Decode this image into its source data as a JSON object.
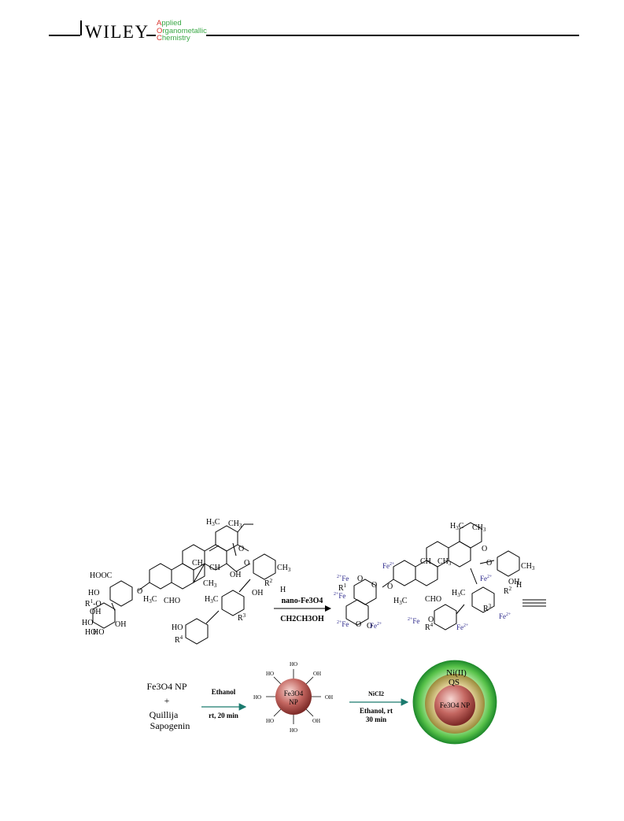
{
  "header": {
    "publisher": "WILEY",
    "journal_lines": [
      {
        "initial": "A",
        "rest": "pplied"
      },
      {
        "initial": "O",
        "rest": "rganometallic"
      },
      {
        "initial": "C",
        "rest": "hemistry"
      }
    ]
  },
  "scheme": {
    "top": {
      "arrow_reagent": "nano-Fe3O4",
      "arrow_solvent": "CH2CH3OH"
    },
    "bottom": {
      "reactant_1": "Fe3O4 NP",
      "plus": "+",
      "reactant_2_line1": "Quillija",
      "reactant_2_line2": "Sapogenin",
      "step1_above": "Ethanol",
      "step1_below": "rt, 20 min",
      "np_label_line1": "Fe3O4",
      "np_label_line2": "NP",
      "surface_group": "HO",
      "surface_group_alt": "OH",
      "step2_above": "NiCl2",
      "step2_below_line1": "Ethanol, rt",
      "step2_below_line2": "30 min",
      "final_outer_label": "Ni(II)",
      "final_middle_label": "QS",
      "final_core_label": "Fe3O4 NP"
    }
  }
}
